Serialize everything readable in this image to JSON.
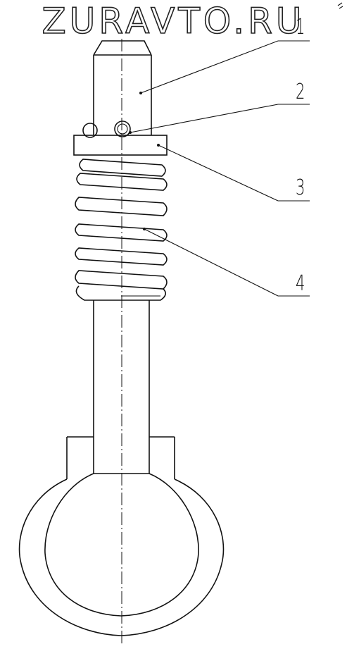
{
  "watermark": "ZURAVTO.RU",
  "callouts": [
    {
      "id": "1",
      "label": "1"
    },
    {
      "id": "2",
      "label": "2"
    },
    {
      "id": "3",
      "label": "3"
    },
    {
      "id": "4",
      "label": "4"
    }
  ]
}
